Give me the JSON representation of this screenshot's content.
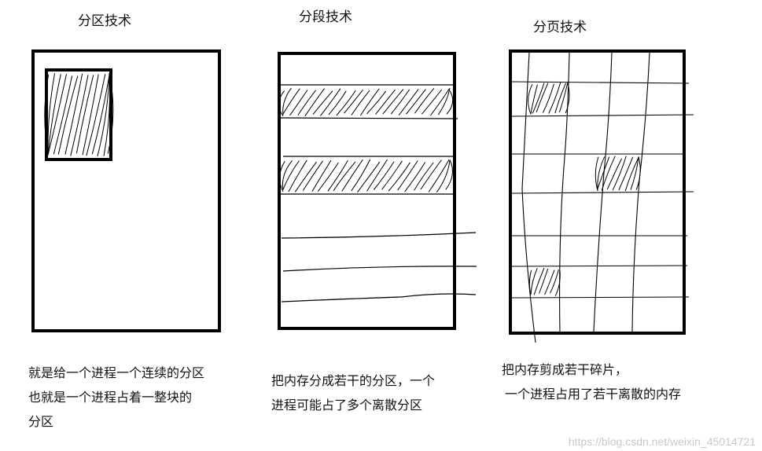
{
  "panels": [
    {
      "title": "分区技术",
      "description": [
        "就是给一个进程一个连续的分区",
        "也就是一个进程占着一整块的",
        "分区"
      ]
    },
    {
      "title": "分段技术",
      "description": [
        "把内存分成若干的分区，一个",
        "进程可能占了多个离散分区"
      ]
    },
    {
      "title": "分页技术",
      "description": [
        "把内存剪成若干碎片，",
        "一个进程占用了若干离散的内存"
      ]
    }
  ],
  "watermark": "https://blog.csdn.net/weixin_45014721",
  "colors": {
    "ink": "#000000",
    "watermark": "#c8c8c8",
    "background": "#ffffff"
  }
}
